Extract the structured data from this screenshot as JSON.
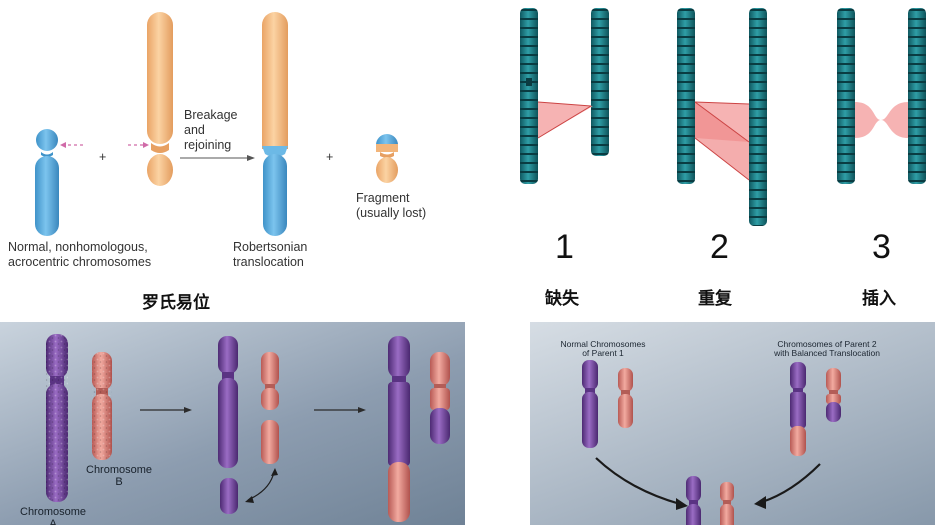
{
  "robertsonian": {
    "plus_sign": "+",
    "breakage_label": [
      "Breakage",
      "and",
      "rejoining"
    ],
    "fragment_label": [
      "Fragment",
      "(usually lost)"
    ],
    "normal_label": [
      "Normal, nonhomologous,",
      "acrocentric chromosomes"
    ],
    "robertsonian_label": [
      "Robertsonian",
      "translocation"
    ],
    "caption": "罗氏易位"
  },
  "structural": {
    "items": [
      {
        "number": "1",
        "caption": "缺失"
      },
      {
        "number": "2",
        "caption": "重复"
      },
      {
        "number": "3",
        "caption": "插入"
      }
    ]
  },
  "reciprocal": {
    "chromosome_b_label": [
      "Chromosome",
      "B"
    ],
    "chromosome_a_label": [
      "Chromosome",
      "A"
    ]
  },
  "inheritance": {
    "parent1_label": [
      "Normal Chromosomes",
      "of Parent 1"
    ],
    "parent2_label": [
      "Chromosomes of Parent 2",
      "with Balanced Translocation"
    ]
  },
  "colors": {
    "blue_chromosome": "#5aaee0",
    "orange_chromosome": "#f6b97a",
    "teal_chromosome": "#1f7d86",
    "pink_region": "#f4a6a6",
    "purple_chromosome": "#7a4fa0",
    "salmon_chromosome": "#e9958c"
  }
}
